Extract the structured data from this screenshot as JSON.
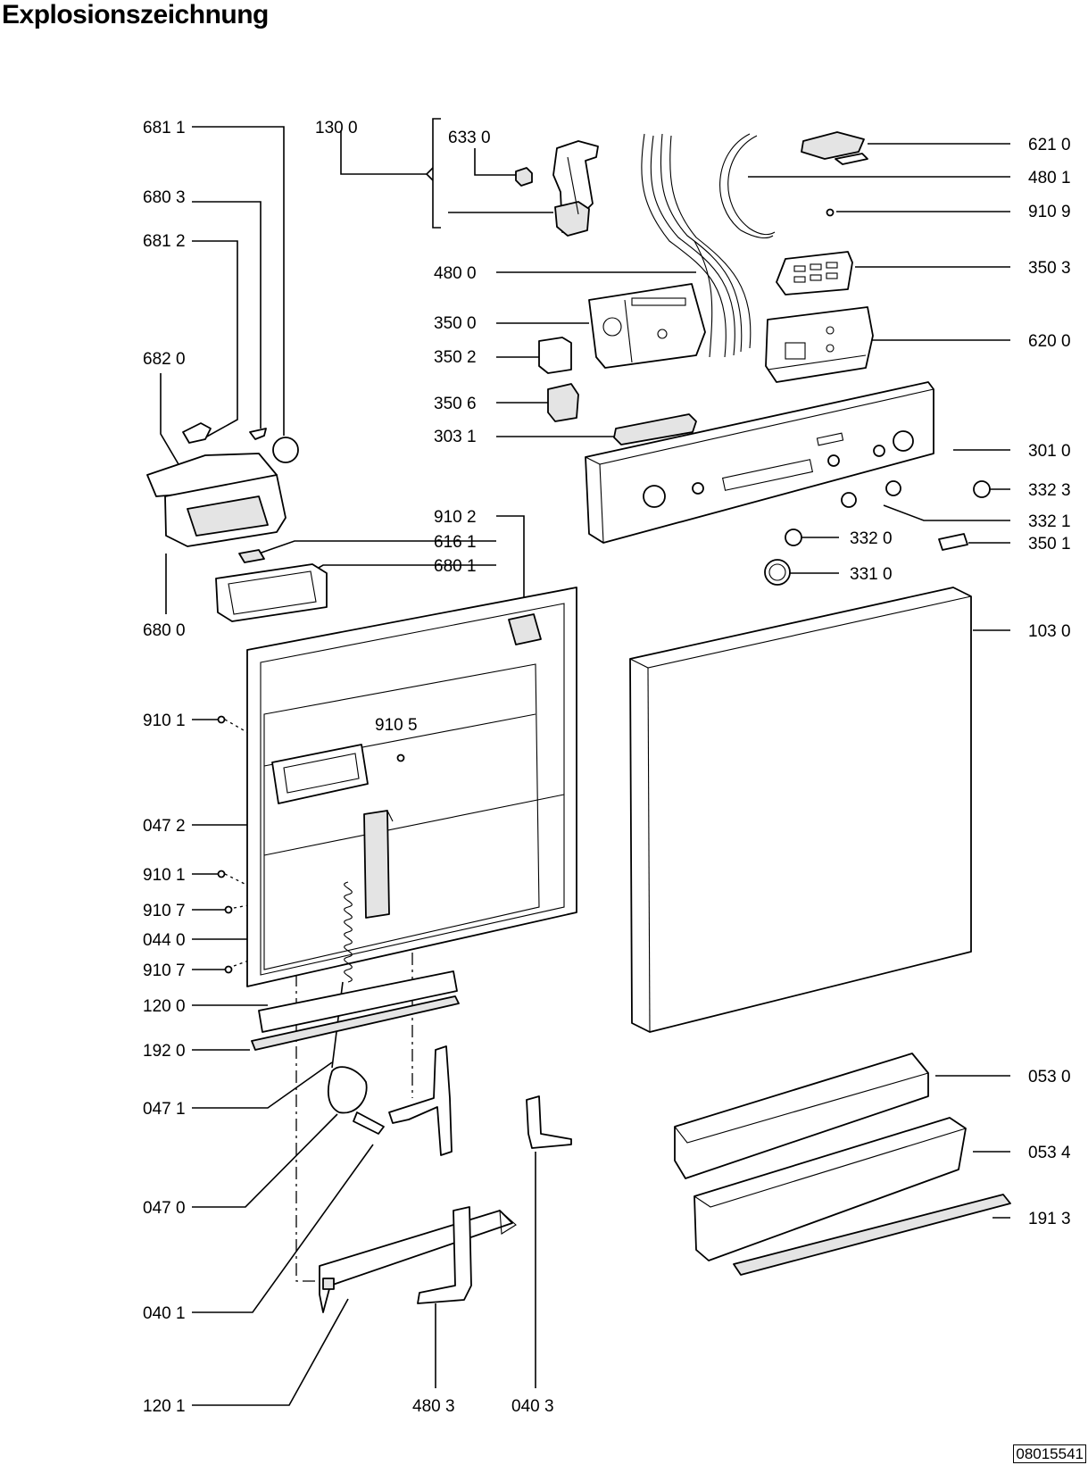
{
  "title": "Explosionszeichnung",
  "drawing_code": "08015541",
  "labels": {
    "l6811": "681 1",
    "l1300": "130 0",
    "l6330": "633 0",
    "l6210": "621 0",
    "l4801": "480 1",
    "l9109": "910 9",
    "l6803": "680 3",
    "l6812": "681 2",
    "l4800": "480 0",
    "l3503": "350 3",
    "l3500": "350 0",
    "l6200": "620 0",
    "l3502": "350 2",
    "l6820": "682 0",
    "l3506": "350 6",
    "l3031": "303 1",
    "l3010": "301 0",
    "l3323": "332 3",
    "l9102": "910 2",
    "l3321": "332 1",
    "l6161": "616 1",
    "l3320": "332 0",
    "l3501": "350 1",
    "l6801": "680 1",
    "l3310": "331 0",
    "l6800": "680 0",
    "l1030": "103 0",
    "l9101a": "910 1",
    "l9105": "910 5",
    "l0472": "047 2",
    "l9101b": "910 1",
    "l9107a": "910 7",
    "l0440": "044 0",
    "l9107b": "910 7",
    "l1200": "120 0",
    "l1920": "192 0",
    "l0530": "053 0",
    "l0471": "047 1",
    "l0534": "053 4",
    "l0470": "047 0",
    "l1913": "191 3",
    "l0401": "040 1",
    "l1201": "120 1",
    "l4803": "480 3",
    "l0403": "040 3"
  }
}
